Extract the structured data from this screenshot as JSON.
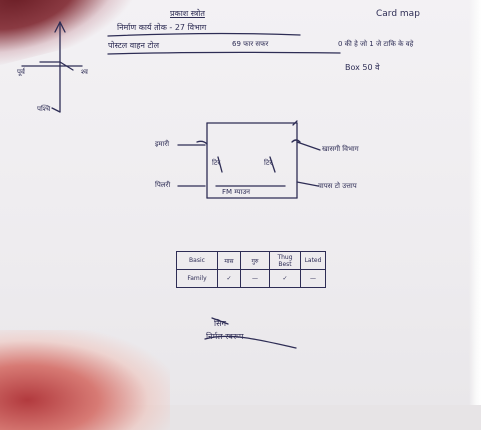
{
  "header": {
    "title": "प्रकाश स्त्रोत",
    "line1": "निर्माण कार्य तोक - 27 विभाग",
    "line2": "पोस्टल वाहन टोल",
    "line3_num": "69 फार सफर",
    "line3_tail": "0 की हे जो 1 जे टाकि के वहे",
    "line4": "Box 50 वे",
    "corner_note": "Card map"
  },
  "axes_sketch": {
    "label_right": "श्व",
    "label_left": "पूर्व",
    "label_bottom": "पश्चि"
  },
  "diagram": {
    "labels_left": [
      "इमारी",
      "पिलरी"
    ],
    "labels_right": [
      "खासगी विभाग",
      "वापस टो उत्ताप"
    ],
    "inner_labels": [
      "टिर",
      "टिर"
    ],
    "bottom_inner": "FM म्पाउन"
  },
  "table": {
    "headers": [
      "Basic",
      "मास",
      "गुरु",
      "Thug Best",
      "Lated"
    ],
    "row_label": "Family",
    "marks": [
      "✓",
      "—",
      "✓",
      "—"
    ]
  },
  "signature": {
    "line1": "सिग",
    "line2": "निर्मल स्वरूप"
  }
}
